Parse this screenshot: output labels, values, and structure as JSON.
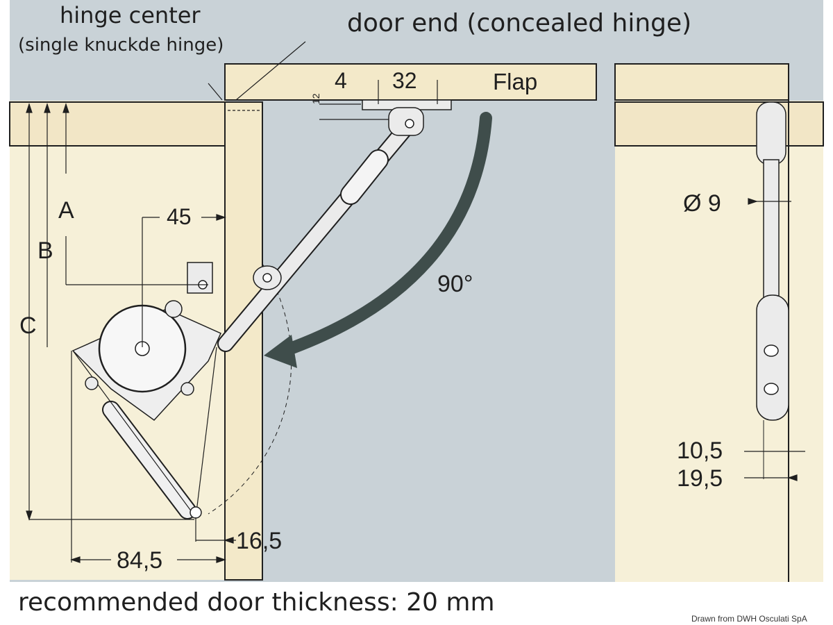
{
  "title_hinge_center": "hinge center",
  "subtitle_hinge_type": "(single knuckde hinge)",
  "title_door_end": "door end (concealed hinge)",
  "part_flap": "Flap",
  "dims": {
    "d4": "4",
    "d32": "32",
    "d12": "12",
    "d45": "45",
    "angle": "90°",
    "d16_5": "16,5",
    "d84_5": "84,5",
    "diam9": "Ø 9",
    "d10_5": "10,5",
    "d19_5": "19,5"
  },
  "letters": {
    "a": "A",
    "b": "B",
    "c": "C"
  },
  "note": "recommended door thickness: 20 mm",
  "credit": "Drawn from DWH Osculati SpA",
  "colors": {
    "background": "#c9d2d7",
    "wood": "#f3e9c9",
    "cabinet_inner": "#f6f0d8",
    "metal": "#ebebeb",
    "arrow": "#3f4d4b",
    "line": "#1f1f1f"
  }
}
